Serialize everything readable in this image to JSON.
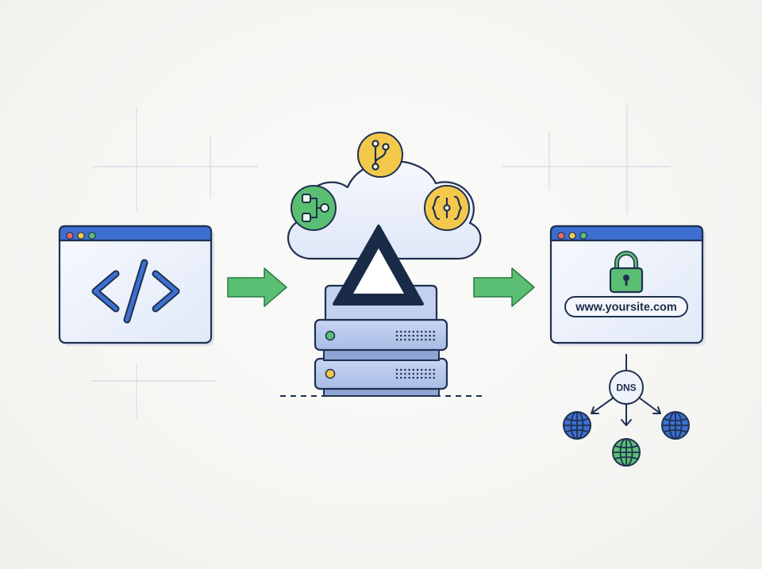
{
  "diagram": {
    "url_bar": {
      "text": "www.yoursite.com"
    },
    "dns_node": {
      "label": "DNS"
    },
    "colors": {
      "outline": "#1f3150",
      "blue": "#3d6fd0",
      "green": "#5bbf73",
      "yellow": "#f3c94c",
      "panel": "#eef2fb",
      "server": "#b9c9ea"
    },
    "nodes": [
      {
        "id": "source-code",
        "icon": "code-brackets-icon"
      },
      {
        "id": "build-cloud",
        "icons": [
          "pipeline-icon",
          "git-branch-icon",
          "config-braces-icon"
        ]
      },
      {
        "id": "deploy-server",
        "icon": "triangle-logo-icon"
      },
      {
        "id": "live-site",
        "icon": "lock-icon"
      },
      {
        "id": "dns-routing",
        "icon": "globe-icon"
      }
    ]
  }
}
